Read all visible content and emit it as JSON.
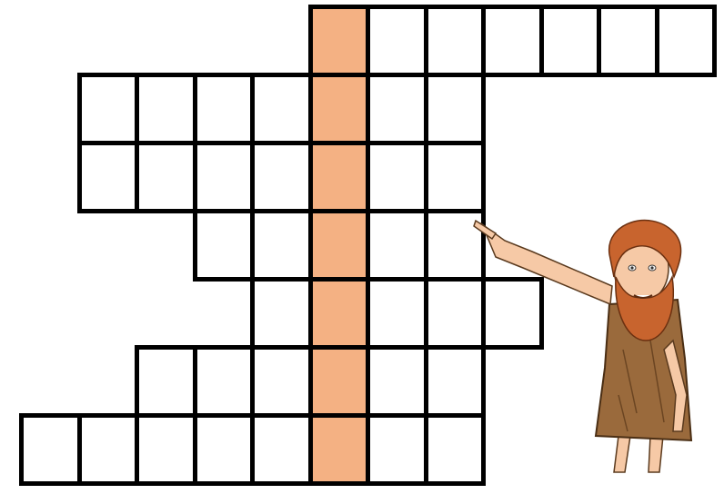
{
  "puzzle": {
    "type": "crossword",
    "highlight_color": "#f4b183",
    "grid_line_color": "#000000",
    "rows": [
      {
        "cells": 7,
        "highlight_index": 0,
        "filled": []
      },
      {
        "cells": 7,
        "highlight_index": 4,
        "filled": []
      },
      {
        "cells": 7,
        "highlight_index": 4,
        "filled": []
      },
      {
        "cells": 5,
        "highlight_index": 2,
        "filled": []
      },
      {
        "cells": 5,
        "highlight_index": 1,
        "filled": []
      },
      {
        "cells": 6,
        "highlight_index": 3,
        "filled": []
      },
      {
        "cells": 8,
        "highlight_index": 5,
        "filled": []
      }
    ]
  },
  "illustration": {
    "icon": "bearded-man-pointing-icon",
    "skin_color": "#f6c9a6",
    "hair_color": "#c8642e",
    "robe_color": "#9a6a3c"
  }
}
